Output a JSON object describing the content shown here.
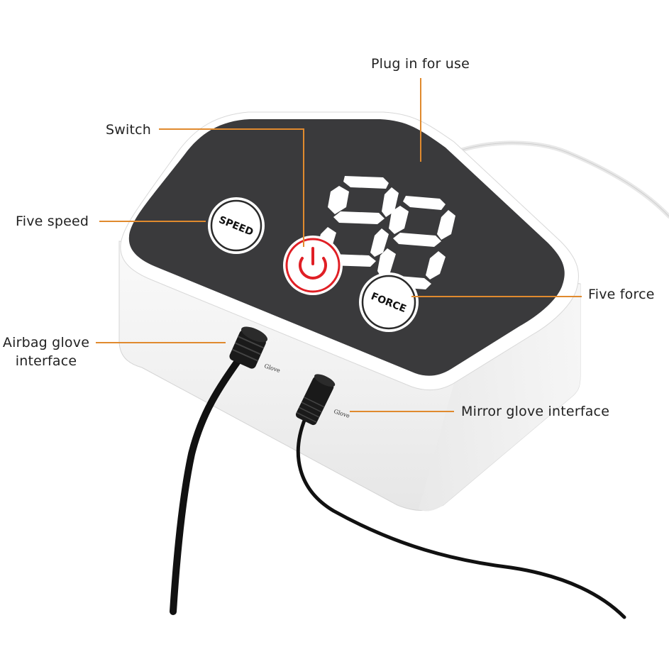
{
  "labels": {
    "plug": "Plug in for use",
    "switch": "Switch",
    "speed": "Five speed",
    "force": "Five force",
    "airbag_line1": "Airbag glove",
    "airbag_line2": "interface",
    "mirror": "Mirror glove interface"
  },
  "device": {
    "speed_button": "SPEED",
    "force_button": "FORCE",
    "port_label_left": "Glove",
    "port_label_right": "Glove",
    "display_digits": "88"
  },
  "colors": {
    "leader": "#e08a2e",
    "panel": "#3a3a3c",
    "power": "#e01f25",
    "segment": "#ffffff",
    "cable": "#111111"
  },
  "icons": {
    "power": "power-icon"
  }
}
